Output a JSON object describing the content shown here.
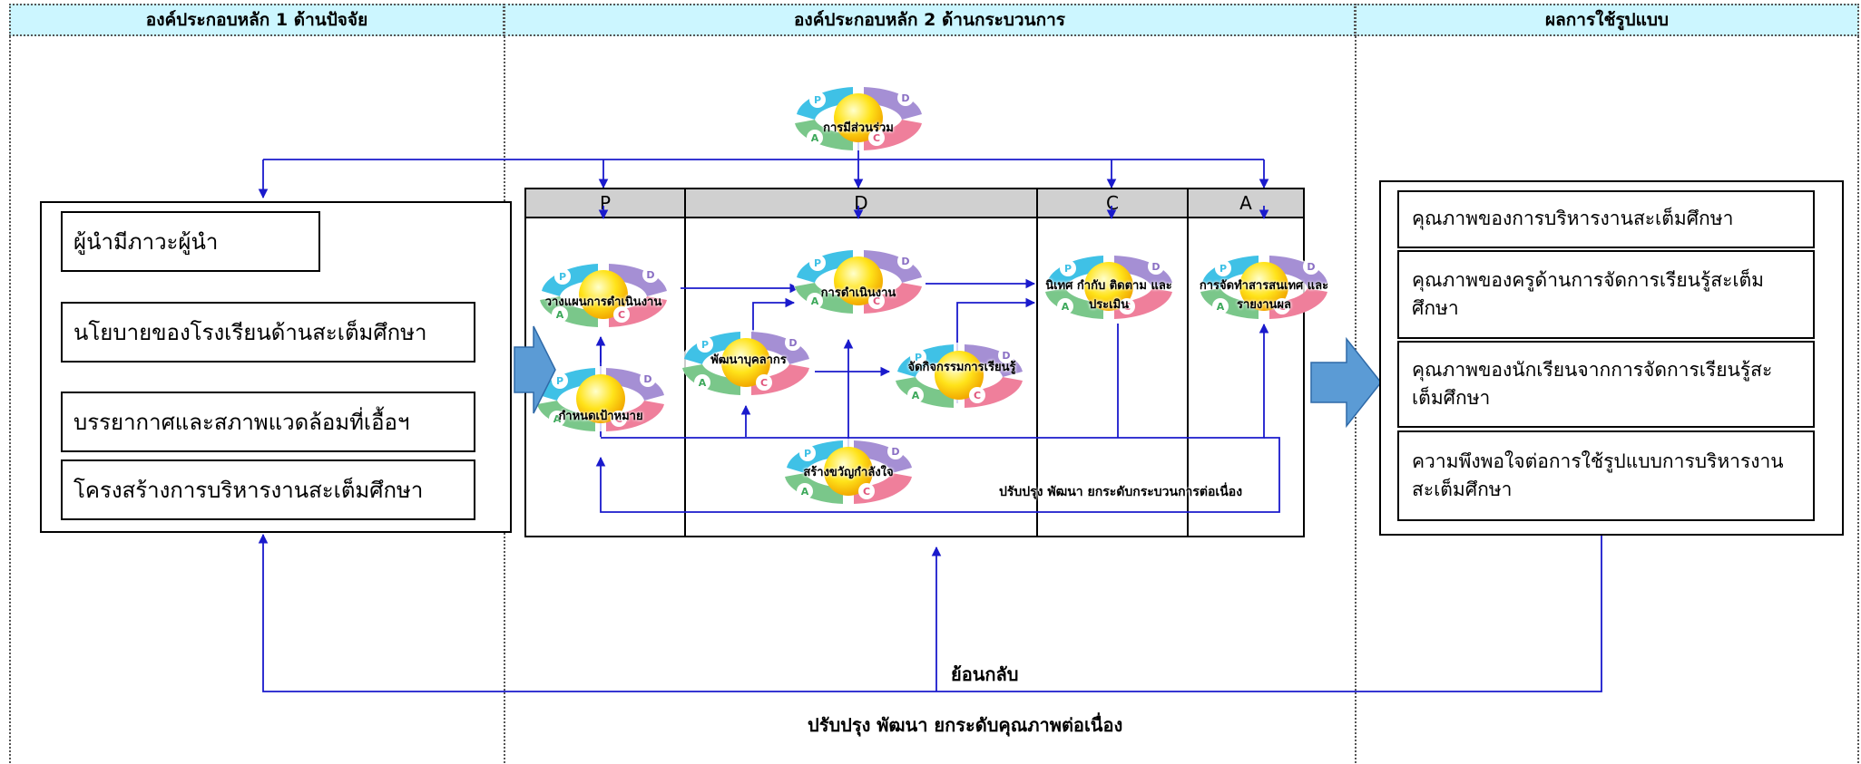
{
  "headers": {
    "col1": "องค์ประกอบหลัก 1 ด้านปัจจัย",
    "col2": "องค์ประกอบหลัก 2 ด้านกระบวนการ",
    "col3": "ผลการใช้รูปแบบ"
  },
  "factors": [
    "ผู้นำมีภาวะผู้นำ",
    "นโยบายของโรงเรียนด้านสะเต็มศึกษา",
    "บรรยากาศและสภาพแวดล้อมที่เอื้อฯ",
    "โครงสร้างการบริหารงานสะเต็มศึกษา"
  ],
  "pdca_columns": [
    "P",
    "D",
    "C",
    "A"
  ],
  "cycles": {
    "participation": "การมีส่วนร่วม",
    "plan": "วางแผนการดำเนินงาน",
    "target": "กำหนดเป้าหมาย",
    "operate": "การดำเนินงาน",
    "develop_staff": "พัฒนาบุคลากร",
    "activities": "จัดกิจกรรมการเรียนรู้",
    "morale": "สร้างขวัญกำลังใจ",
    "supervise": "นิเทศ กำกับ ติดตาม และประเมิน",
    "report": "การจัดทำสารสนเทศ และรายงานผล"
  },
  "cycle_letters": {
    "p": "P",
    "d": "D",
    "c": "C",
    "a": "A"
  },
  "process_note": "ปรับปรุง พัฒนา ยกระดับกระบวนการต่อเนื่อง",
  "outcomes": [
    "คุณภาพของการบริหารงานสะเต็มศึกษา",
    "คุณภาพของครูด้านการจัดการเรียนรู้สะเต็มศึกษา",
    "คุณภาพของนักเรียนจากการจัดการเรียนรู้สะเต็มศึกษา",
    "ความพึงพอใจต่อการใช้รูปแบบการบริหารงานสะเต็มศึกษา"
  ],
  "feedback_label": "ย้อนกลับ",
  "bottom_note": "ปรับปรุง พัฒนา ยกระดับคุณภาพต่อเนื่อง",
  "colors": {
    "header_bg": "#ccf6ff",
    "arrow_line": "#1a1acc",
    "big_arrow": "#5b9bd5",
    "plan_blue": "#3fc1e6",
    "do_purple": "#a58fd4",
    "check_pink": "#ef7f9b",
    "act_green": "#7ac78a",
    "core_yellow": "#ffe31a"
  },
  "icons": [
    "pdca-cycle-icon",
    "big-right-arrow-icon"
  ]
}
